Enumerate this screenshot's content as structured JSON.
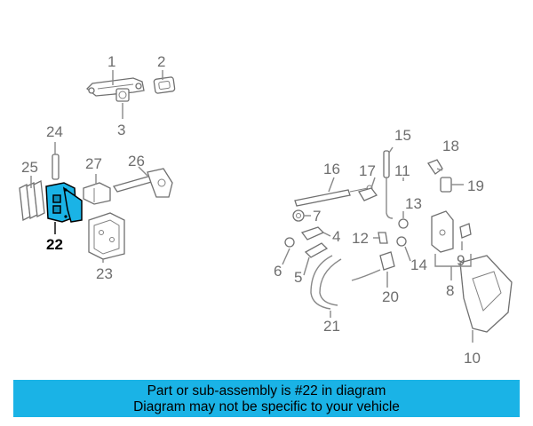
{
  "diagram": {
    "highlight_color": "#1ab3e6",
    "callout_color": "#6e6e6e",
    "highlighted_part": "22",
    "callouts": [
      "1",
      "2",
      "3",
      "4",
      "5",
      "6",
      "7",
      "8",
      "9",
      "10",
      "11",
      "12",
      "13",
      "14",
      "15",
      "16",
      "17",
      "18",
      "19",
      "20",
      "21",
      "22",
      "23",
      "24",
      "25",
      "26",
      "27"
    ]
  },
  "caption": {
    "line1": "Part or sub-assembly is #22 in diagram",
    "line2": "Diagram may not be specific to your vehicle"
  }
}
